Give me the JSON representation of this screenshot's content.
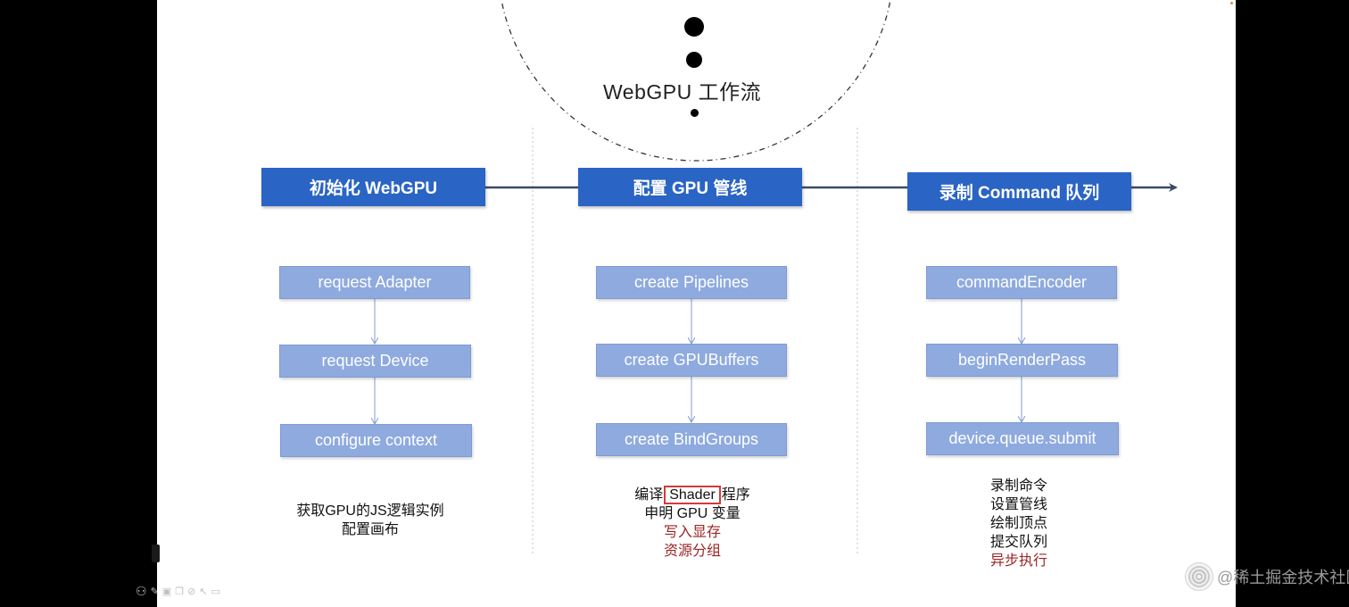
{
  "title": "WebGPU 工作流",
  "stages": [
    {
      "header": "初始化 WebGPU",
      "steps": [
        "request Adapter",
        "request Device",
        "configure context"
      ],
      "notes": [
        "获取GPU的JS逻辑实例",
        "配置画布"
      ]
    },
    {
      "header": "配置 GPU 管线",
      "steps": [
        "create Pipelines",
        "create GPUBuffers",
        "create BindGroups"
      ],
      "notes": {
        "line1_before": "编译",
        "line1_boxed": "Shader",
        "line1_after": "程序",
        "line2": "申明 GPU 变量",
        "line3": "写入显存",
        "line4": "资源分组"
      }
    },
    {
      "header": "录制 Command 队列",
      "steps": [
        "commandEncoder",
        "beginRenderPass",
        "device.queue.submit"
      ],
      "notes": [
        "录制命令",
        "设置管线",
        "绘制顶点",
        "提交队列",
        "异步执行"
      ]
    }
  ],
  "watermark": "@稀土掘金技术社区",
  "colors": {
    "header_bg": "#2a64c4",
    "step_bg": "#8eaadf",
    "highlight_text": "#9b2525",
    "shader_box": "#d13b3b"
  },
  "icons": [
    "user-icon",
    "pen-icon",
    "image-icon",
    "copy-icon",
    "link-icon",
    "cursor-icon",
    "screen-icon"
  ]
}
